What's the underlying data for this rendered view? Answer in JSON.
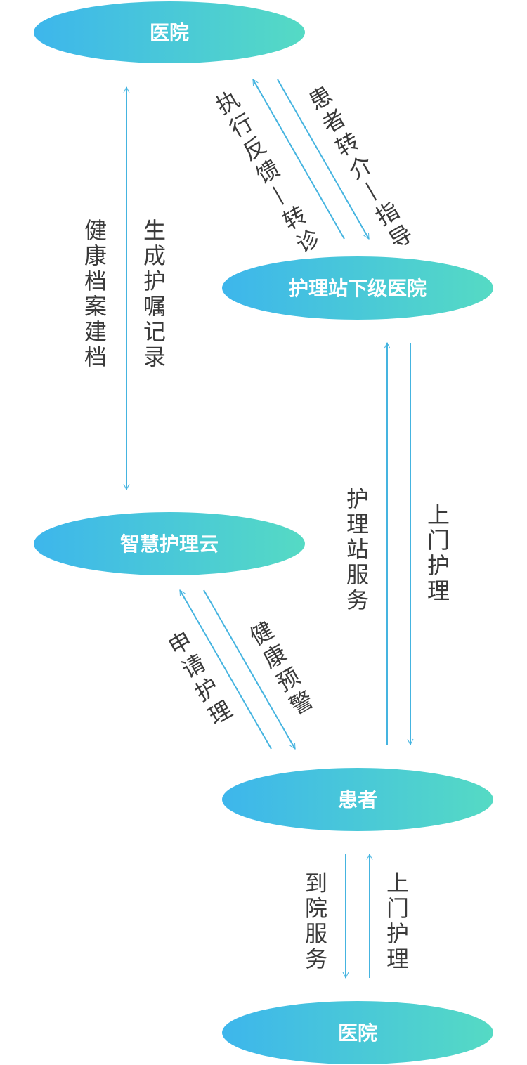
{
  "nodes": {
    "hospital_top": "医院",
    "substation": "护理站下级医院",
    "cloud": "智慧护理云",
    "patient": "患者",
    "hospital_bottom": "医院"
  },
  "labels": {
    "health_record": "健康档案建档",
    "nursing_record": "生成护嘱记录",
    "feedback_transfer": "执行反馈—转诊",
    "referral_guidance": "患者转介—指导",
    "station_service": "护理站服务",
    "home_nursing_1": "上门护理",
    "apply_nursing": "申请护理",
    "health_warning": "健康预警",
    "hospital_service": "到院服务",
    "home_nursing_2": "上门护理"
  },
  "colors": {
    "ellipse_start": "#3db6ec",
    "ellipse_end": "#55dac4",
    "arrow": "#45b4e0",
    "text": "#3a3a3a"
  }
}
